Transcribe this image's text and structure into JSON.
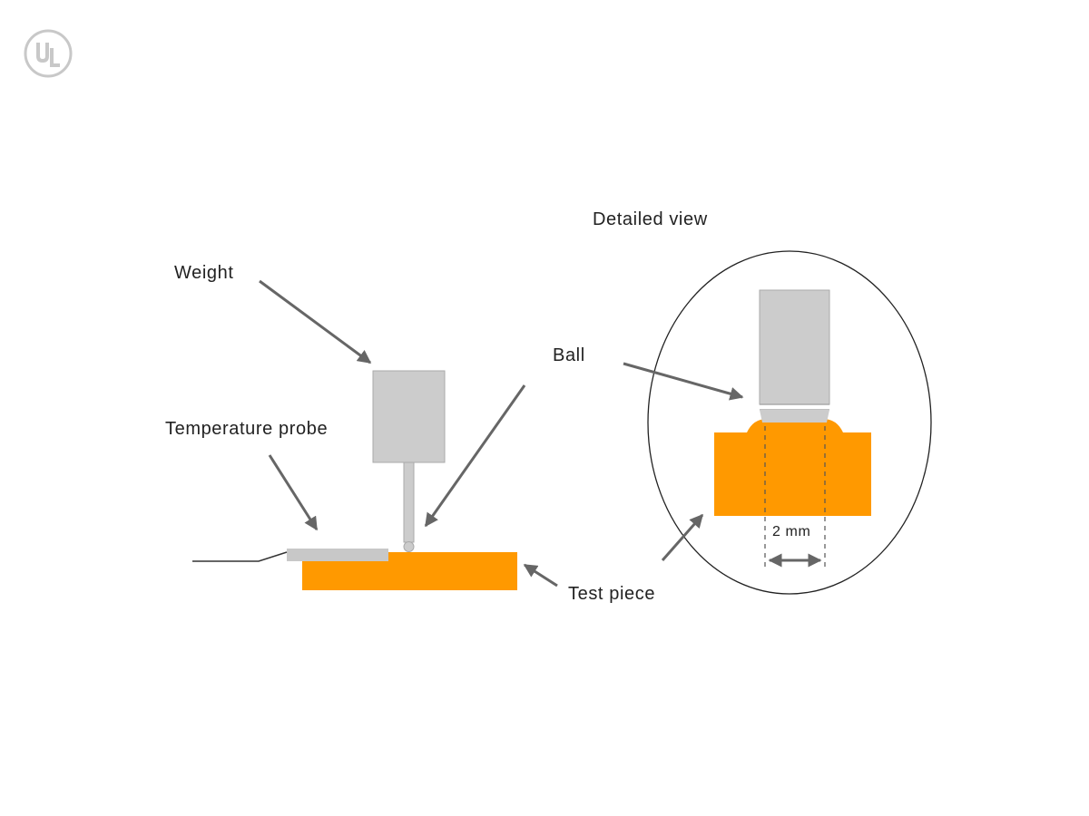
{
  "logo": {
    "text": "UL",
    "color": "#c8c8c8"
  },
  "labels": {
    "weight": "Weight",
    "temperature_probe": "Temperature probe",
    "ball": "Ball",
    "test_piece": "Test piece",
    "detailed_view": "Detailed view",
    "dimension": "2 mm"
  },
  "colors": {
    "test_piece": "#ff9900",
    "weight_fill": "#cccccc",
    "weight_stroke": "#aaaaaa",
    "probe": "#c8c8c8",
    "arrow": "#666666",
    "ellipse": "#222222",
    "text": "#222222"
  }
}
